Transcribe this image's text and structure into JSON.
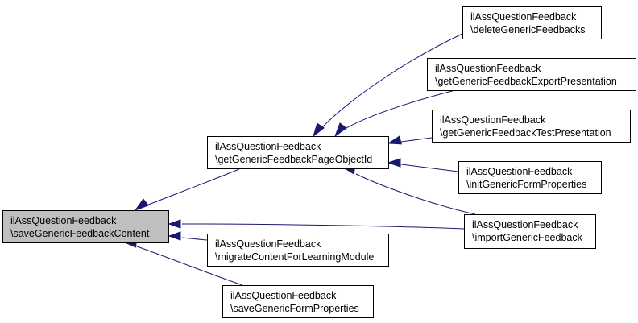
{
  "colors": {
    "edge": "#191970",
    "node_fill": "#ffffff",
    "highlight_fill": "#bfbfbf",
    "border": "#000000"
  },
  "nodes": [
    {
      "id": "saveGenericFeedbackContent",
      "line1": "ilAssQuestionFeedback",
      "line2": "\\saveGenericFeedbackContent",
      "highlighted": true
    },
    {
      "id": "getGenericFeedbackPageObjectId",
      "line1": "ilAssQuestionFeedback",
      "line2": "\\getGenericFeedbackPageObjectId",
      "highlighted": false
    },
    {
      "id": "migrateContentForLearningModule",
      "line1": "ilAssQuestionFeedback",
      "line2": "\\migrateContentForLearningModule",
      "highlighted": false
    },
    {
      "id": "saveGenericFormProperties",
      "line1": "ilAssQuestionFeedback",
      "line2": "\\saveGenericFormProperties",
      "highlighted": false
    },
    {
      "id": "deleteGenericFeedbacks",
      "line1": "ilAssQuestionFeedback",
      "line2": "\\deleteGenericFeedbacks",
      "highlighted": false
    },
    {
      "id": "getGenericFeedbackExportPresentation",
      "line1": "ilAssQuestionFeedback",
      "line2": "\\getGenericFeedbackExportPresentation",
      "highlighted": false
    },
    {
      "id": "getGenericFeedbackTestPresentation",
      "line1": "ilAssQuestionFeedback",
      "line2": "\\getGenericFeedbackTestPresentation",
      "highlighted": false
    },
    {
      "id": "initGenericFormProperties",
      "line1": "ilAssQuestionFeedback",
      "line2": "\\initGenericFormProperties",
      "highlighted": false
    },
    {
      "id": "importGenericFeedback",
      "line1": "ilAssQuestionFeedback",
      "line2": "\\importGenericFeedback",
      "highlighted": false
    }
  ],
  "edges": [
    {
      "from": "getGenericFeedbackPageObjectId",
      "to": "saveGenericFeedbackContent"
    },
    {
      "from": "migrateContentForLearningModule",
      "to": "saveGenericFeedbackContent"
    },
    {
      "from": "saveGenericFormProperties",
      "to": "saveGenericFeedbackContent"
    },
    {
      "from": "importGenericFeedback",
      "to": "saveGenericFeedbackContent"
    },
    {
      "from": "deleteGenericFeedbacks",
      "to": "getGenericFeedbackPageObjectId"
    },
    {
      "from": "getGenericFeedbackExportPresentation",
      "to": "getGenericFeedbackPageObjectId"
    },
    {
      "from": "getGenericFeedbackTestPresentation",
      "to": "getGenericFeedbackPageObjectId"
    },
    {
      "from": "initGenericFormProperties",
      "to": "getGenericFeedbackPageObjectId"
    },
    {
      "from": "importGenericFeedback",
      "to": "getGenericFeedbackPageObjectId"
    }
  ]
}
